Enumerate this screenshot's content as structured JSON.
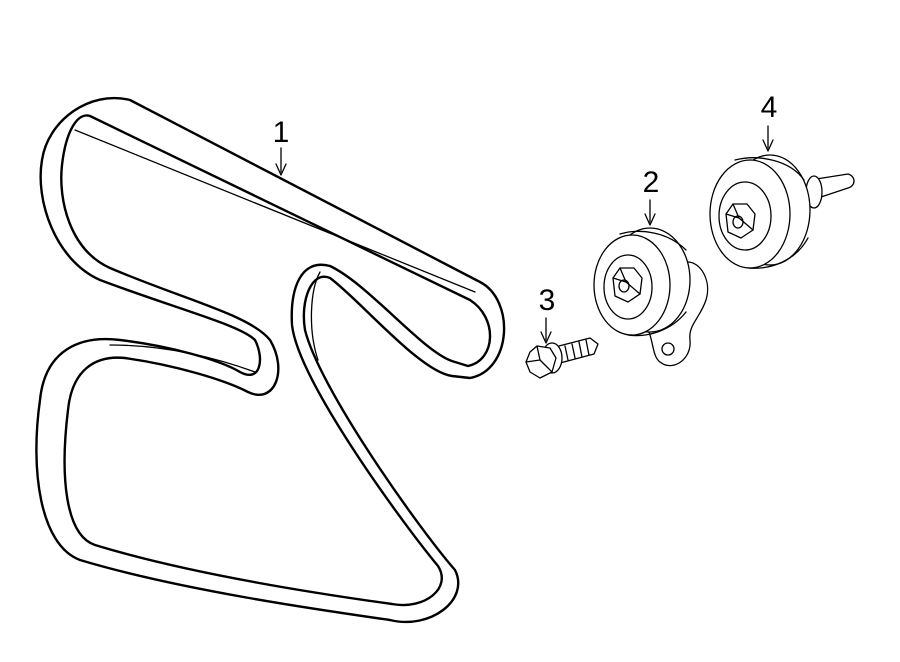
{
  "callouts": [
    {
      "label": "1",
      "part": "serpentine-belt"
    },
    {
      "label": "2",
      "part": "belt-tensioner"
    },
    {
      "label": "3",
      "part": "tensioner-bolt"
    },
    {
      "label": "4",
      "part": "idler-pulley"
    }
  ],
  "colors": {
    "line": "#000000",
    "background": "#ffffff"
  }
}
